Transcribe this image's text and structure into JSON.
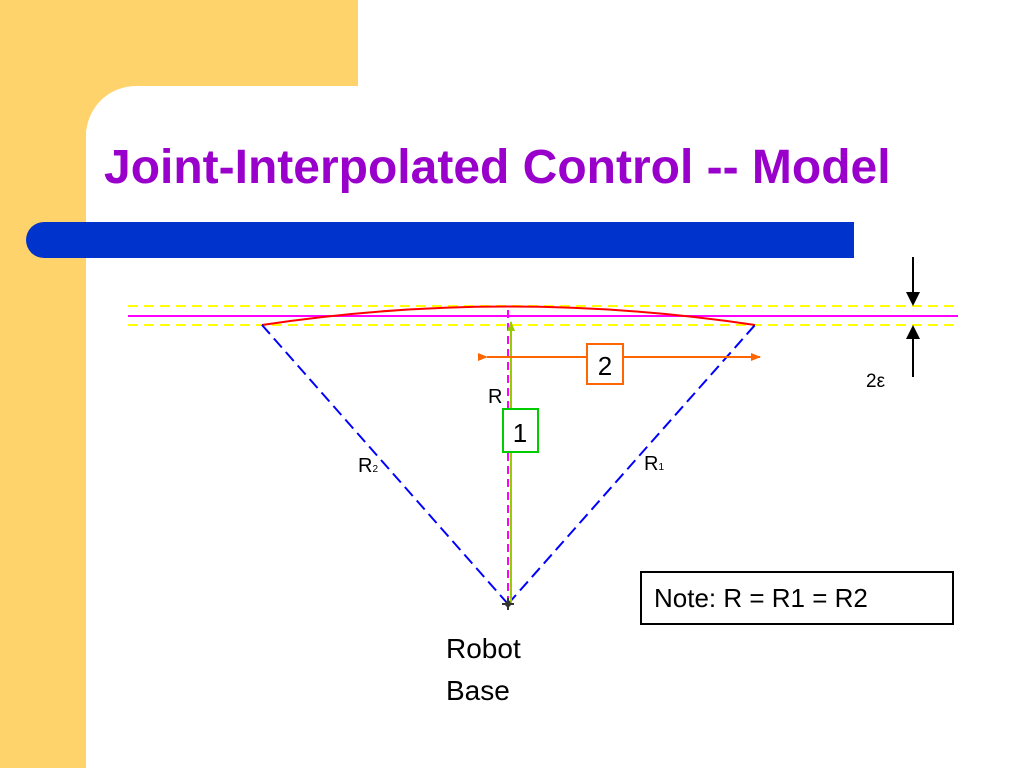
{
  "slide": {
    "title": "Joint-Interpolated Control -- Model",
    "colors": {
      "background_accent": "#ffd36b",
      "title": "#9900cc",
      "title_bar": "#0033cc"
    }
  },
  "diagram": {
    "labels": {
      "r": "R",
      "r1_main": "R",
      "r1_sub": "1",
      "r2_main": "R",
      "r2_sub": "2",
      "tolerance": "2ε",
      "step1": "1",
      "step2": "2"
    },
    "note": "Note: R = R1 = R2",
    "robot_base": {
      "line1": "Robot",
      "line2": "Base"
    },
    "colors": {
      "tolerance_band": "#ffff00",
      "target_line": "#ff00ff",
      "joint_arc": "#ff0000",
      "radius_lines": "#0000ff",
      "radius_arrow": "#99cc00",
      "horizontal_arrow": "#ff6600",
      "box_1": "#00cc00",
      "box_2": "#ff6600"
    }
  }
}
